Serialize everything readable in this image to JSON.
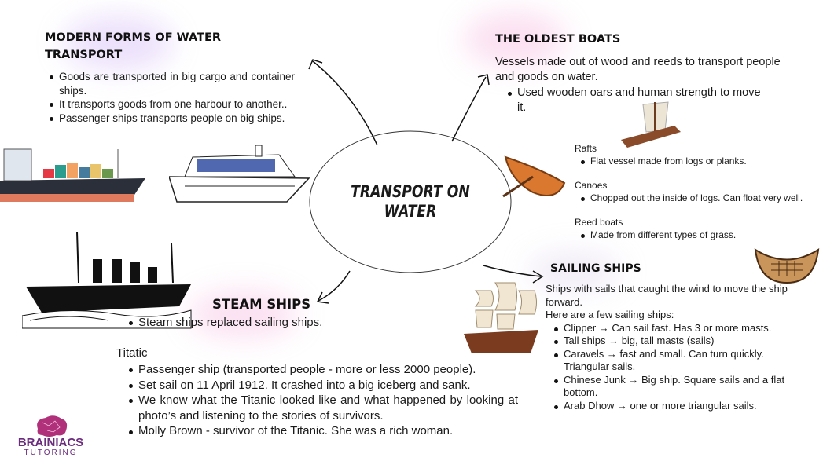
{
  "center": {
    "title_line1": "TRANSPORT ON",
    "title_line2": "WATER"
  },
  "modern": {
    "heading": "MODERN FORMS OF WATER TRANSPORT",
    "bullets": [
      "Goods are transported in big cargo and container ships.",
      "It transports goods from one harbour to another..",
      "Passenger ships transports people on big ships."
    ]
  },
  "oldest": {
    "heading": "THE OLDEST BOATS",
    "intro": "Vessels made out of wood and reeds to transport people and goods on water.",
    "bullets": [
      "Used wooden oars and human strength to move it."
    ],
    "types": [
      {
        "name": "Rafts",
        "desc": "Flat vessel made from logs or planks."
      },
      {
        "name": "Canoes",
        "desc": "Chopped out the inside of logs. Can float very well."
      },
      {
        "name": "Reed boats",
        "desc": "Made from different types of grass."
      }
    ]
  },
  "sailing": {
    "heading": "SAILING SHIPS",
    "intro": "Ships with sails that caught the wind to move the ship forward.",
    "intro2": "Here are a few sailing ships:",
    "bullets": [
      "Clipper → Can sail fast. Has 3 or more masts.",
      "Tall ships → big, tall masts (sails)",
      "Caravels → fast and small. Can turn quickly. Triangular sails.",
      "Chinese Junk → Big ship. Square sails and a flat bottom.",
      "Arab Dhow → one or more triangular sails."
    ]
  },
  "steam": {
    "heading": "STEAM SHIPS",
    "bullets": [
      "Steam ships replaced sailing ships."
    ],
    "subheading": "Titatic",
    "titanic_bullets": [
      "Passenger ship (transported people - more or less 2000 people).",
      "Set sail on 11 April 1912. It crashed into a big iceberg and sank.",
      "We know what the Titanic looked like and what happened by looking at photo’s and listening to the stories of survivors.",
      "Molly Brown - survivor of the Titanic. She was a rich woman."
    ]
  },
  "logo": {
    "line1": "BRAINIACS",
    "line2": "TUTORING"
  },
  "colors": {
    "logo_purple": "#6b2c7e",
    "logo_pink": "#c2185b",
    "glow_pink": "#f4a6d8",
    "glow_purple": "#c8a6f4"
  }
}
